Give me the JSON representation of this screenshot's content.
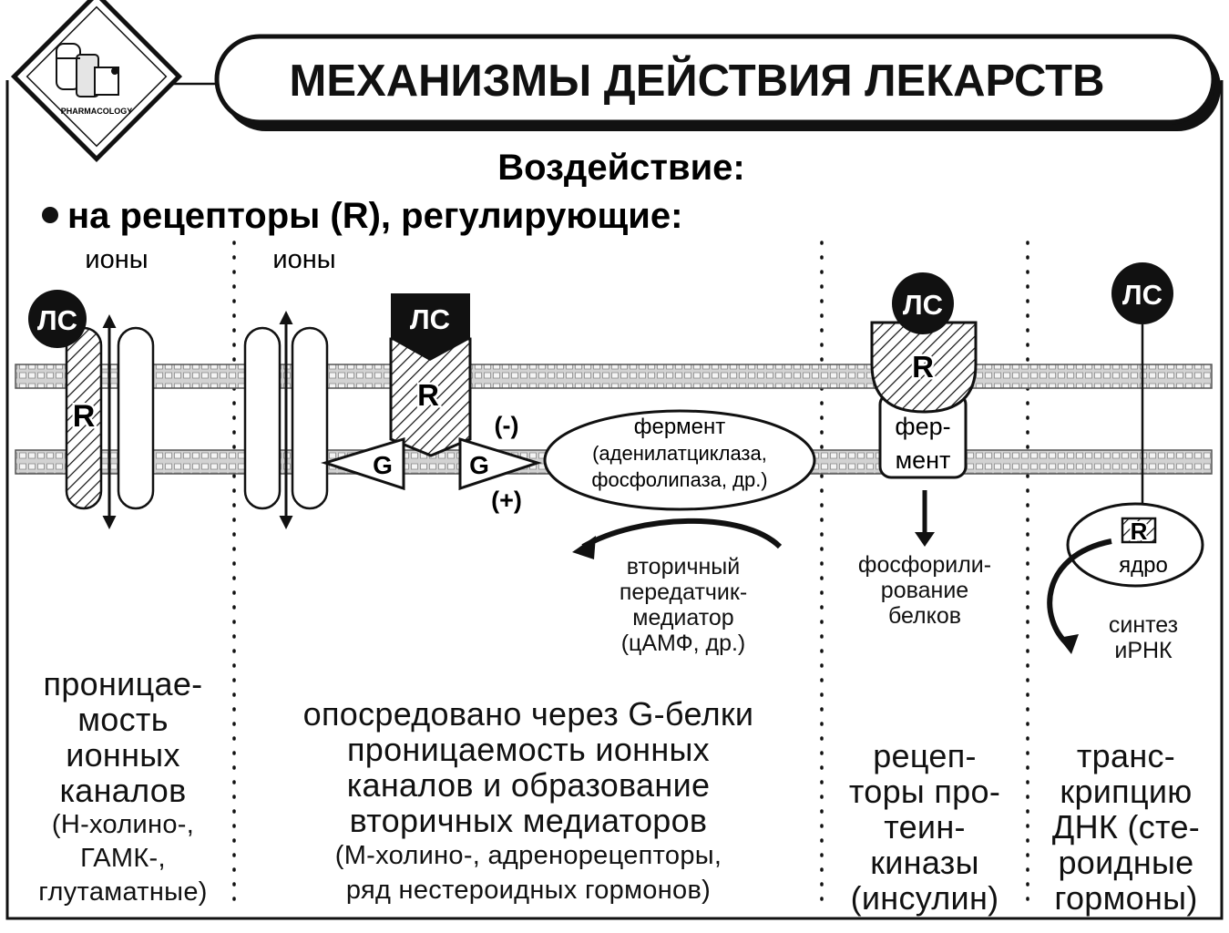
{
  "title": "МЕХАНИЗМЫ ДЕЙСТВИЯ ЛЕКАРСТВ",
  "logo_caption": "PHARMACOLOGY",
  "subtitle": "Воздействие:",
  "bullet": "на рецепторы (R), регулирующие:",
  "labels": {
    "ions1": "ионы",
    "ions2": "ионы",
    "ls": "ЛС",
    "r": "R",
    "g": "G",
    "minus": "(-)",
    "plus": "(+)",
    "enzyme_big": [
      "фермент",
      "(аденилатциклаза,",
      "фосфолипаза, др.)"
    ],
    "enzyme_small": [
      "фер-",
      "мент"
    ],
    "second_messenger": [
      "вторичный",
      "передатчик-",
      "медиатор",
      "(цАМФ, др.)"
    ],
    "phosphorylation": [
      "фосфорили-",
      "рование",
      "белков"
    ],
    "nucleus": "ядро",
    "rna": [
      "синтез",
      "иРНК"
    ]
  },
  "columns": [
    {
      "lines": [
        "проницае-",
        "мость",
        "ионных",
        "каналов",
        "(Н-холино-,",
        "ГАМК-,",
        "глутаматные)"
      ]
    },
    {
      "lines": [
        "опосредовано через G-белки",
        "проницаемость ионных",
        "каналов и образование",
        "вторичных медиаторов",
        "(М-холино-, адренорецепторы,",
        "ряд нестероидных гормонов)"
      ]
    },
    {
      "lines": [
        "рецеп-",
        "торы про-",
        "теин-",
        "киназы",
        "(инсулин)"
      ]
    },
    {
      "lines": [
        "транс-",
        "крипцию",
        "ДНК (сте-",
        "роидные",
        "гормоны)"
      ]
    }
  ]
}
